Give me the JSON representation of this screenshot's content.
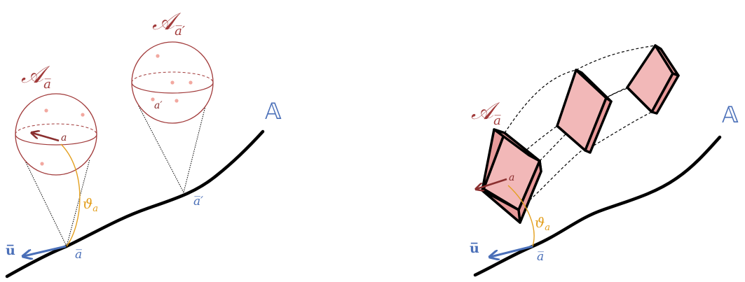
{
  "colors": {
    "curve": "#000000",
    "fiber": "#a13a3a",
    "fiber_fill": "#f2b8b8",
    "point": "#f2a8a0",
    "base_label": "#4a6fb8",
    "angle": "#e3a020"
  },
  "left_panel": {
    "base_space": "𝔸",
    "fiber_1": {
      "letter": "𝒜",
      "subscript": "a̅"
    },
    "fiber_2": {
      "letter": "𝒜",
      "subscript": "a̅′"
    },
    "point_a_bar": "a̅",
    "point_a_bar_prime": "a̅′",
    "fiber_point_a": "a",
    "fiber_point_a_prime": "a′",
    "velocity_label": "u̅",
    "angle_label": "ϑ",
    "angle_subscript": "a"
  },
  "right_panel": {
    "base_space": "𝔸",
    "fiber": {
      "letter": "𝒜",
      "subscript": "a̅"
    },
    "point_a_bar": "a̅",
    "fiber_point_a": "a",
    "velocity_label": "u̅",
    "angle_label": "ϑ",
    "angle_subscript": "a"
  }
}
